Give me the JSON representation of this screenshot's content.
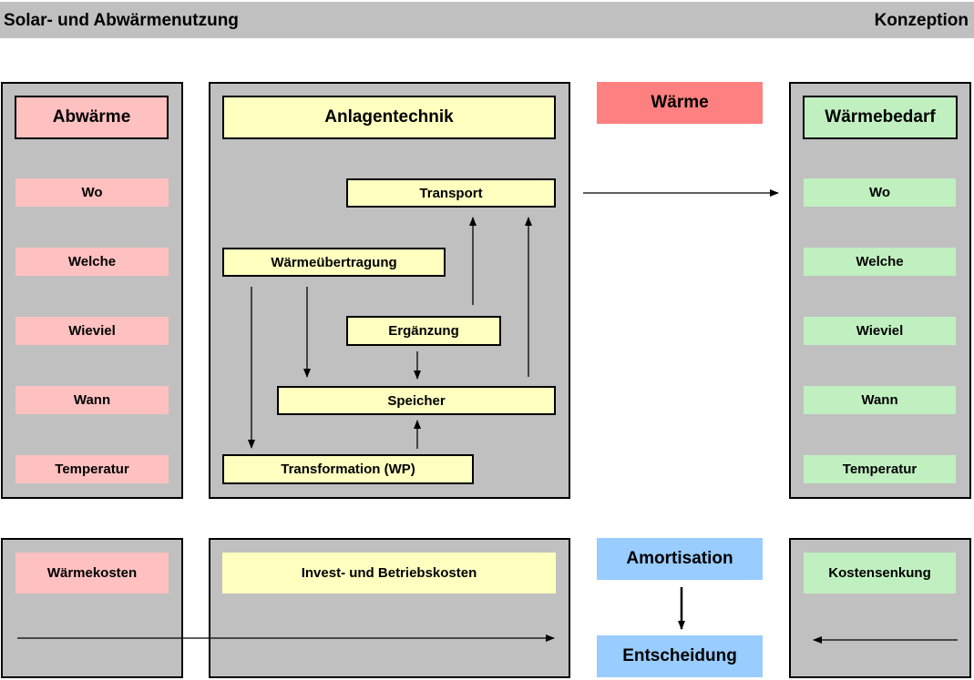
{
  "header": {
    "left": "Solar- und Abwärmenutzung",
    "right": "Konzeption"
  },
  "abwaerme": {
    "title": "Abwärme",
    "items": [
      "Wo",
      "Welche",
      "Wieviel",
      "Wann",
      "Temperatur"
    ],
    "cost": "Wärmekosten"
  },
  "anlagentechnik": {
    "title": "Anlagentechnik",
    "transport": "Transport",
    "uebertragung": "Wärmeübertragung",
    "ergaenzung": "Ergänzung",
    "speicher": "Speicher",
    "transformation": "Transformation (WP)",
    "cost": "Invest- und Betriebskosten"
  },
  "middle": {
    "waerme": "Wärme",
    "amortisation": "Amortisation",
    "entscheidung": "Entscheidung"
  },
  "waermebedarf": {
    "title": "Wärmebedarf",
    "items": [
      "Wo",
      "Welche",
      "Wieviel",
      "Wann",
      "Temperatur"
    ],
    "cost": "Kostensenkung"
  },
  "colors": {
    "panel": "#c0c0c0",
    "pink": "#ffc0c0",
    "green": "#c0f0c0",
    "yellow": "#ffffc0",
    "red": "#ff8080",
    "blue": "#99ccff"
  }
}
